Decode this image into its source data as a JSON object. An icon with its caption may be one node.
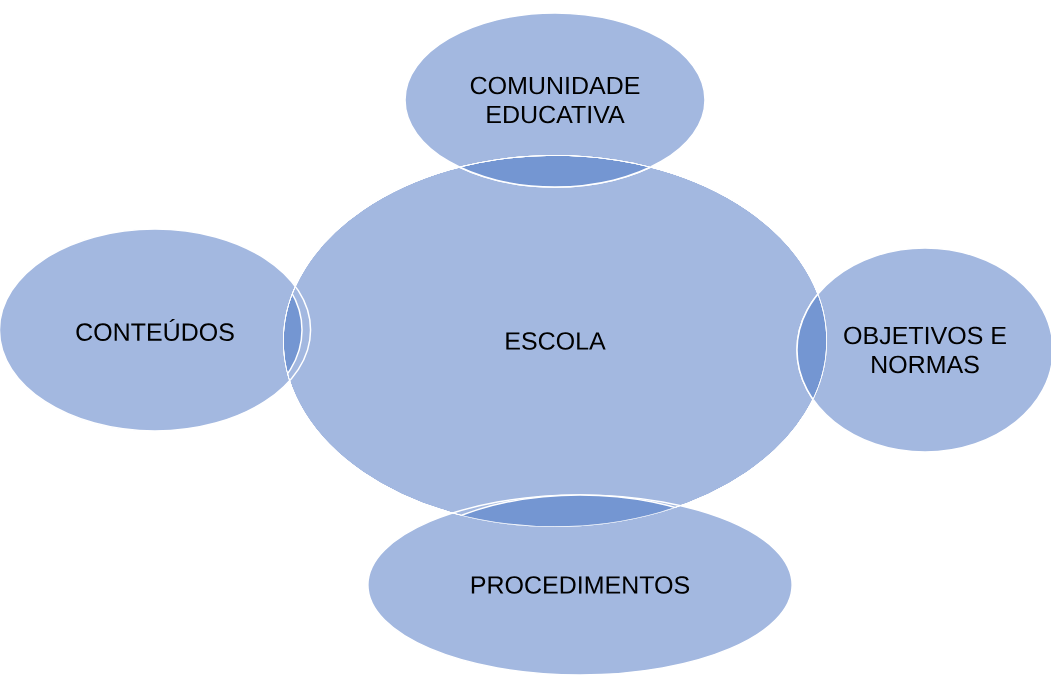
{
  "diagram": {
    "nodes": [
      {
        "text": [
          "COMUNIDADE EDUCATIVA"
        ]
      },
      {
        "text": [
          "CONTEÚDOS"
        ]
      },
      {
        "text": [
          "ESCOLA"
        ]
      },
      {
        "text": [
          "OBJETIVOS E NORMAS"
        ]
      },
      {
        "text": [
          "PROCEDIMENTOS"
        ]
      }
    ]
  }
}
